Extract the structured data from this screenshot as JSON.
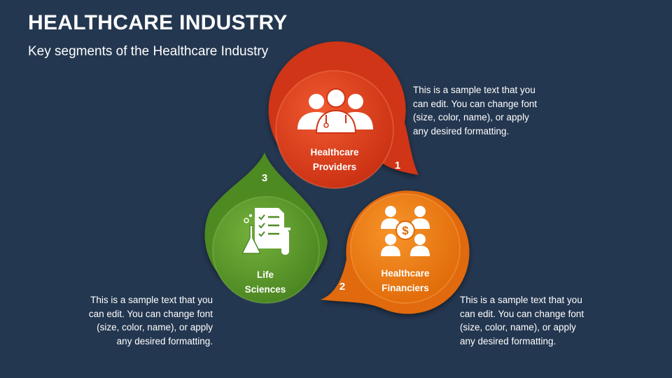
{
  "header": {
    "title": "HEALTHCARE INDUSTRY",
    "subtitle": "Key segments of the Healthcare Industry"
  },
  "segments": [
    {
      "number": "1",
      "label": "Healthcare\nProviders",
      "icon": "doctors-icon",
      "color": "#e2401e",
      "description": "This is a sample text that you can edit. You can change font (size, color, name), or apply any desired formatting."
    },
    {
      "number": "2",
      "label": "Healthcare\nFinanciers",
      "icon": "people-dollar-icon",
      "color": "#ef7c12",
      "description": "This is a sample text that you can edit. You can change font (size, color, name), or apply any desired formatting."
    },
    {
      "number": "3",
      "label": "Life\nSciences",
      "icon": "lab-checklist-icon",
      "color": "#5c9a2c",
      "description": "This is a sample text that you can edit. You can change font (size, color, name), or apply any desired formatting."
    }
  ]
}
